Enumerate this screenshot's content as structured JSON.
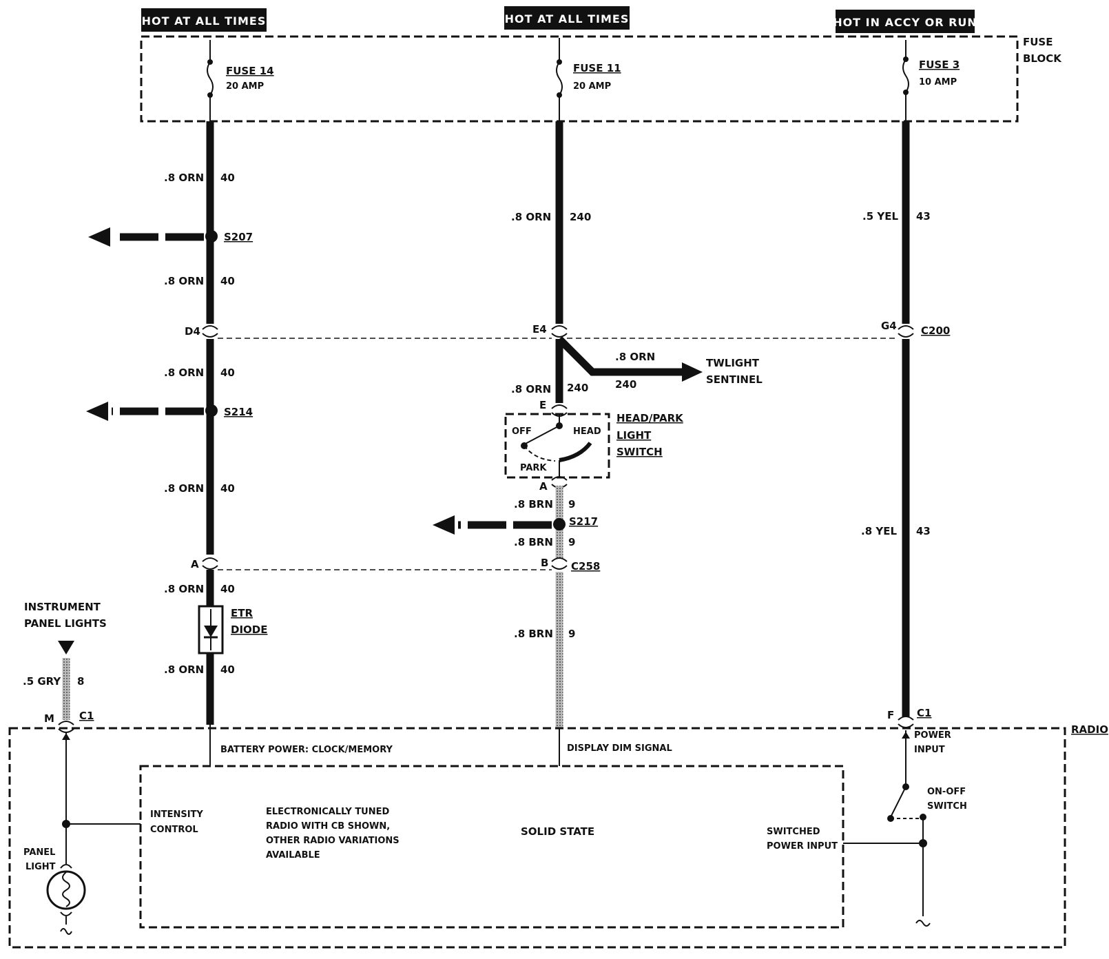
{
  "headers": {
    "left": "HOT AT ALL TIMES",
    "center": "HOT AT ALL TIMES",
    "right": "HOT IN ACCY OR RUN"
  },
  "fuse_block": {
    "label_line1": "FUSE",
    "label_line2": "BLOCK"
  },
  "fuses": {
    "f14": {
      "name": "FUSE 14",
      "rating": "20 AMP"
    },
    "f11": {
      "name": "FUSE 11",
      "rating": "20 AMP"
    },
    "f3": {
      "name": "FUSE 3",
      "rating": "10 AMP"
    }
  },
  "wires": {
    "w40": {
      "size": ".8 ORN",
      "circuit": "40"
    },
    "w240": {
      "size": ".8 ORN",
      "circuit": "240"
    },
    "w43a": {
      "size": ".5 YEL",
      "circuit": "43"
    },
    "w43b": {
      "size": ".8 YEL",
      "circuit": "43"
    },
    "w9": {
      "size": ".8 BRN",
      "circuit": "9"
    },
    "w8": {
      "size": ".5 GRY",
      "circuit": "8"
    }
  },
  "splices": {
    "s207": "S207",
    "s214": "S214",
    "s217": "S217"
  },
  "connectors": {
    "c200": "C200",
    "c258": "C258",
    "c1": "C1",
    "d4": "D4",
    "e4": "E4",
    "g4": "G4",
    "e": "E",
    "a": "A",
    "b": "B",
    "m": "M",
    "f": "F"
  },
  "twilight": {
    "wire": ".8 ORN",
    "circuit": "240",
    "line1": "TWLIGHT",
    "line2": "SENTINEL"
  },
  "switch": {
    "line1": "HEAD/PARK",
    "line2": "LIGHT",
    "line3": "SWITCH",
    "off": "OFF",
    "head": "HEAD",
    "park": "PARK"
  },
  "diode": {
    "line1": "ETR",
    "line2": "DIODE"
  },
  "instrument": {
    "line1": "INSTRUMENT",
    "line2": "PANEL LIGHTS"
  },
  "radio": {
    "label": "RADIO",
    "battery": "BATTERY POWER:  CLOCK/MEMORY",
    "display_dim": "DISPLAY DIM SIGNAL",
    "power_input_1": "POWER",
    "power_input_2": "INPUT",
    "onoff_1": "ON-OFF",
    "onoff_2": "SWITCH",
    "intensity_1": "INTENSITY",
    "intensity_2": "CONTROL",
    "desc_1": "ELECTRONICALLY TUNED",
    "desc_2": "RADIO WITH CB SHOWN,",
    "desc_3": "OTHER RADIO VARIATIONS",
    "desc_4": "AVAILABLE",
    "solid_state": "SOLID STATE",
    "switched_1": "SWITCHED",
    "switched_2": "POWER INPUT",
    "panel_1": "PANEL",
    "panel_2": "LIGHT"
  }
}
